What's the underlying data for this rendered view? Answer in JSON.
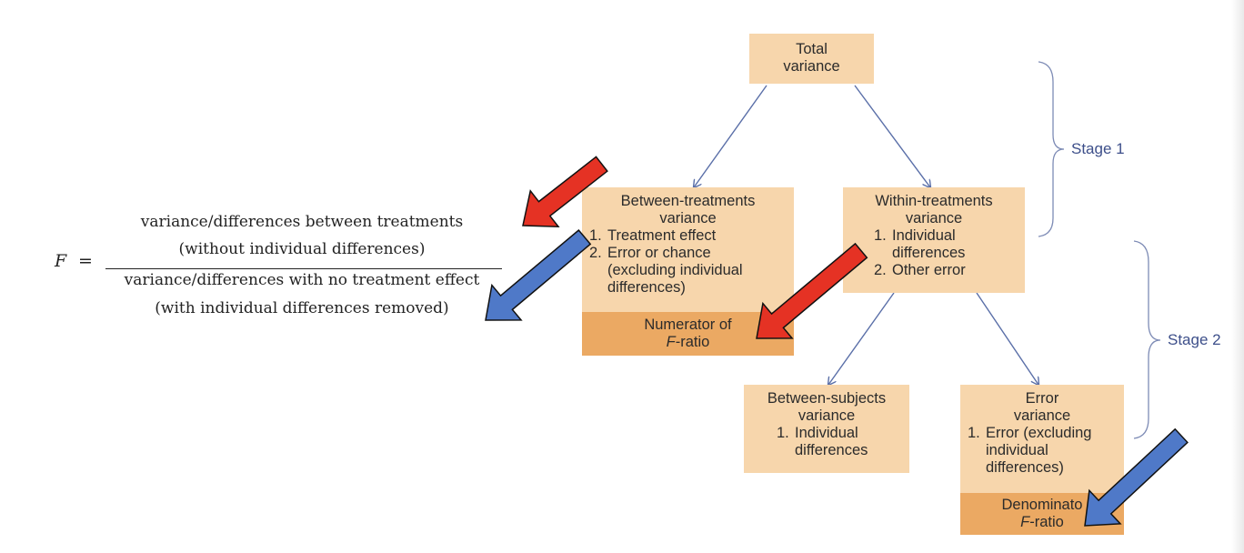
{
  "formula": {
    "lhs": "F",
    "equals": "=",
    "numerator_line1": "variance/differences between treatments",
    "numerator_line2": "(without individual differences)",
    "denominator_line1": "variance/differences with no treatment effect",
    "denominator_line2": "(with individual differences removed)"
  },
  "total": {
    "title_line1": "Total",
    "title_line2": "variance"
  },
  "between_treatments": {
    "title_line1": "Between-treatments",
    "title_line2": "variance",
    "item1_num": "1.",
    "item1": "Treatment effect",
    "item2_num": "2.",
    "item2_line1": "Error or chance",
    "item2_line2": "(excluding individual",
    "item2_line3": "differences)",
    "footer_line1": "Numerator of",
    "footer_italic": "F",
    "footer_line2_rest": "-ratio"
  },
  "within_treatments": {
    "title_line1": "Within-treatments",
    "title_line2": "variance",
    "item1_num": "1.",
    "item1_line1": "Individual",
    "item1_line2": "differences",
    "item2_num": "2.",
    "item2": "Other error"
  },
  "between_subjects": {
    "title_line1": "Between-subjects",
    "title_line2": "variance",
    "item1_num": "1.",
    "item1_line1": "Individual",
    "item1_line2": "differences"
  },
  "error": {
    "title_line1": "Error",
    "title_line2": "variance",
    "item1_num": "1.",
    "item1_line1": "Error (excluding",
    "item1_line2": "individual",
    "item1_line3": "differences)",
    "footer_line1": "Denominato",
    "footer_italic": "F",
    "footer_line2_rest": "-ratio"
  },
  "stages": {
    "stage1": "Stage 1",
    "stage2": "Stage 2"
  },
  "colors": {
    "box_fill": "#f7d6ac",
    "footer_fill": "#eba963",
    "connector": "#5a6fa8",
    "arrow_red": "#e53224",
    "arrow_blue": "#4f79c8",
    "brace": "#7d8bb5"
  },
  "annotation_arrows": [
    "red-arrow",
    "blue-arrow",
    "red-arrow",
    "blue-arrow"
  ]
}
